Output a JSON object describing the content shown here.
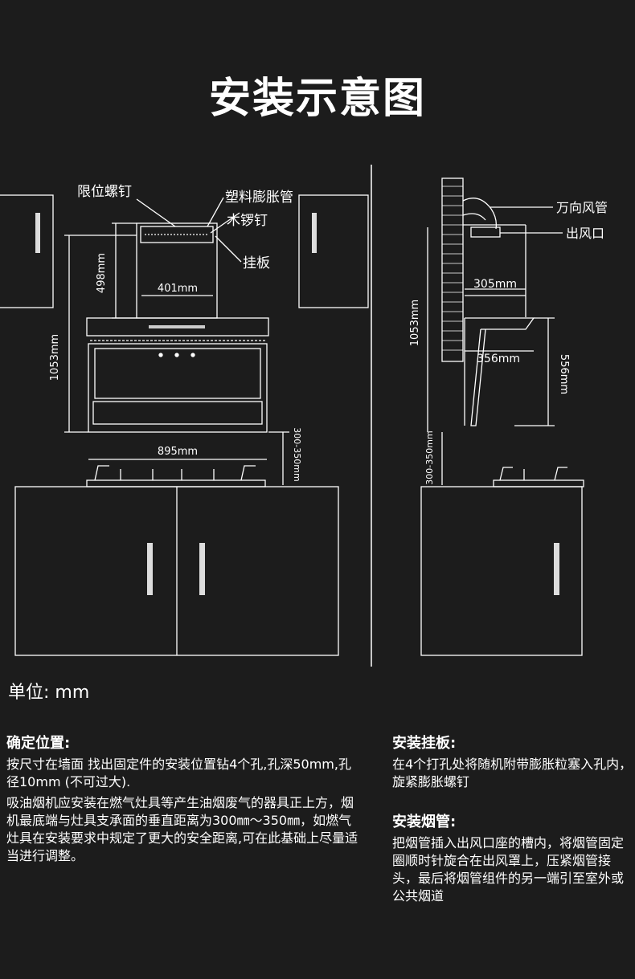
{
  "title": "安装示意图",
  "left_diagram": {
    "callouts": {
      "screw": "限位螺钉",
      "anchor": "塑料膨胀管",
      "wood_screw": "木锣钉",
      "board": "挂板"
    },
    "dims": {
      "d498": "498mm",
      "d401": "401mm",
      "d1053": "1053mm",
      "d895": "895mm",
      "d300": "300-350mm"
    }
  },
  "right_diagram": {
    "callouts": {
      "duct": "万向风管",
      "outlet": "出风口"
    },
    "dims": {
      "d305": "305mm",
      "d1053": "1053mm",
      "d356": "356mm",
      "d556": "556mm",
      "d300": "300-350mm"
    }
  },
  "unit": "单位: mm",
  "left_section": {
    "heading": "确定位置:",
    "p1": "按尺寸在墙面 找出固定件的安装位置钻4个孔,孔深50mm,孔径10mm (不可过大).",
    "p2": "吸油烟机应安装在燃气灶具等产生油烟废气的器具正上方，烟机最底端与灶具支承面的垂直距离为300㎜～350㎜，如燃气灶具在安装要求中规定了更大的安全距离,可在此基础上尽量适当进行调整。"
  },
  "right_section": {
    "heading": "安装挂板:",
    "p1": "在4个打孔处将随机附带膨胀粒塞入孔内，旋紧膨胀螺钉"
  },
  "right_section2": {
    "heading": "安装烟管:",
    "p1": "把烟管插入出风口座的槽内，将烟管固定圈顺时针旋合在出风罩上，压紧烟管接头，最后将烟管组件的另一端引至室外或公共烟道"
  },
  "colors": {
    "bg": "#1c1c1c",
    "line": "#ffffff",
    "accent": "#e0e0e0"
  }
}
